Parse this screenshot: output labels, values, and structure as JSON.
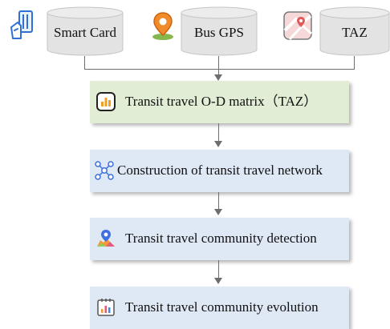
{
  "sources": [
    {
      "label": "Smart Card",
      "icon": "smart-card-icon"
    },
    {
      "label": "Bus GPS",
      "icon": "location-pin-icon"
    },
    {
      "label": "TAZ",
      "icon": "map-icon"
    }
  ],
  "steps": [
    {
      "label": "Transit travel O-D matrix（TAZ）",
      "icon": "bar-chart-icon",
      "color": "#e1edd5"
    },
    {
      "label": "Construction of transit travel network",
      "icon": "network-icon",
      "color": "#dfe8f5"
    },
    {
      "label": "Transit travel community detection",
      "icon": "community-map-icon",
      "color": "#dfe8f5"
    },
    {
      "label": "Transit travel community evolution",
      "icon": "calendar-chart-icon",
      "color": "#dfe8f5"
    }
  ],
  "colors": {
    "connector": "#6e6e6e",
    "cylinder_fill": "#e3e3e3",
    "cylinder_stroke": "#c4c4c4"
  }
}
